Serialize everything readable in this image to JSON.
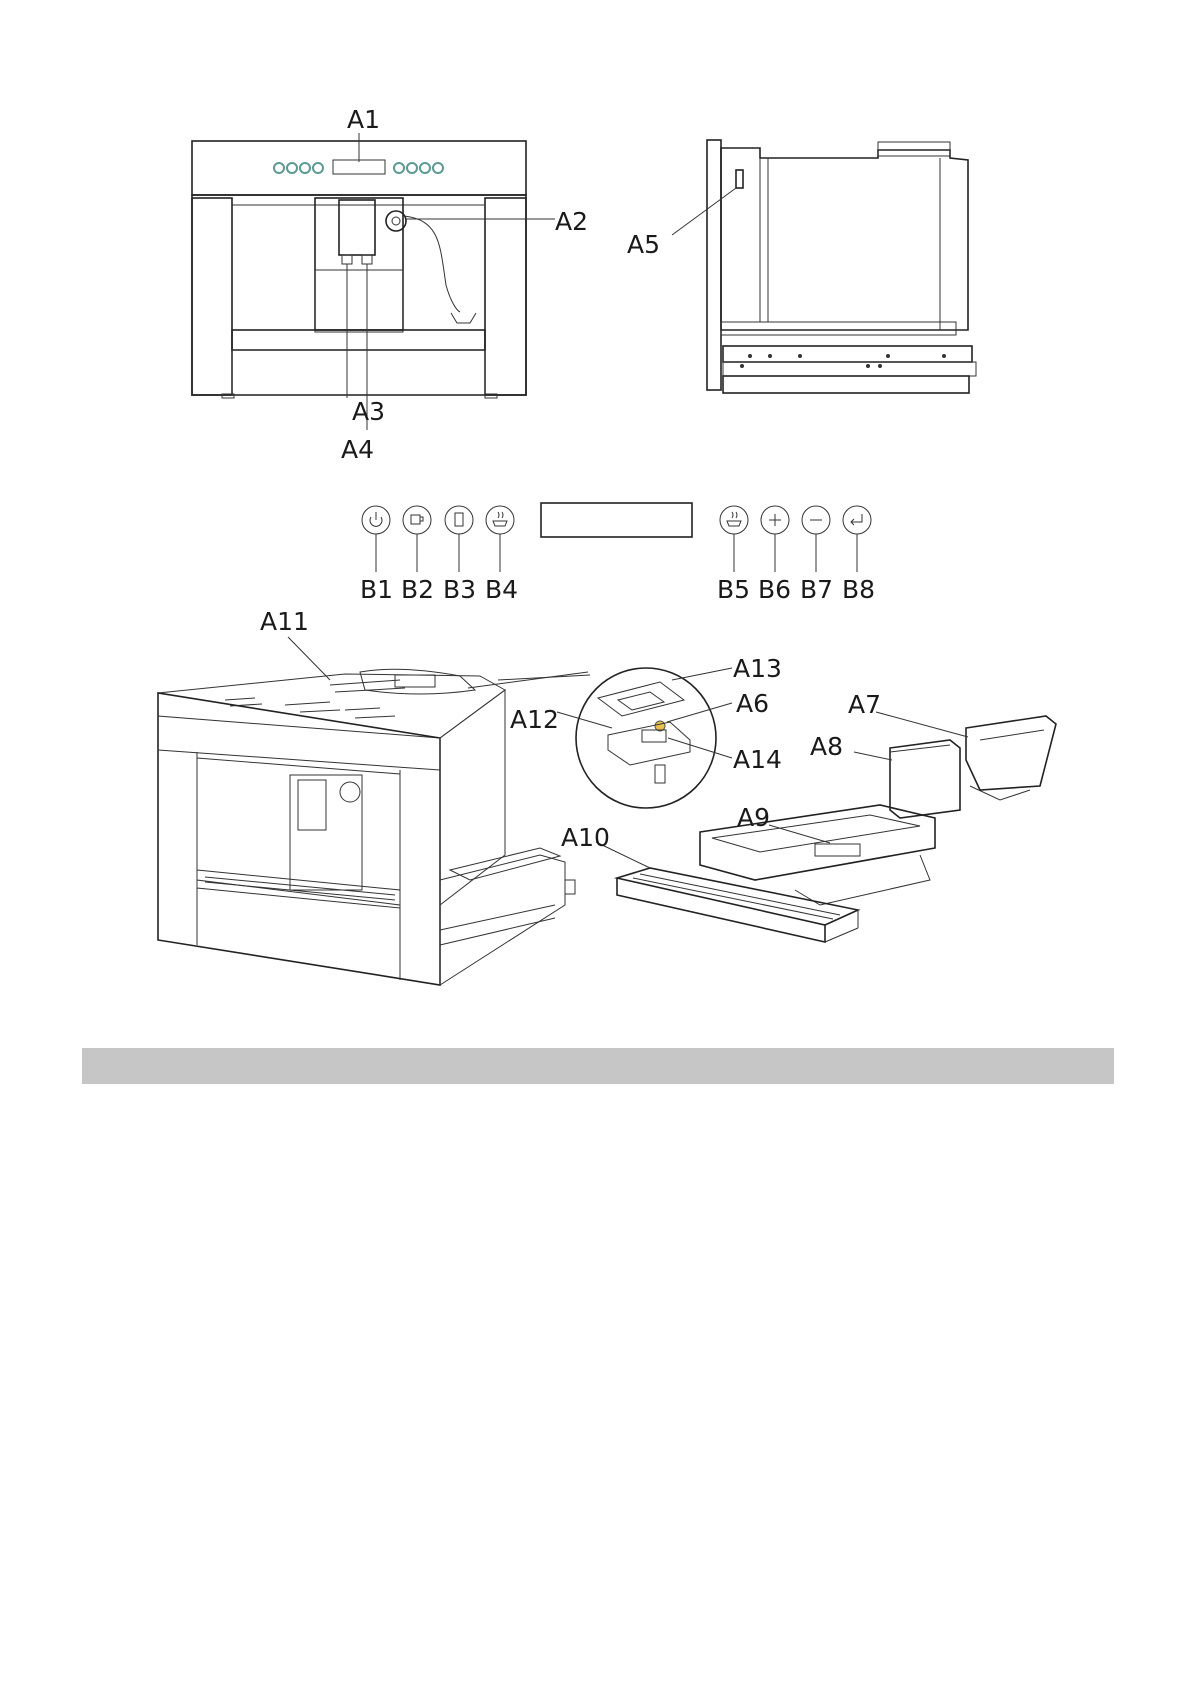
{
  "diagram": {
    "labels": {
      "a1": "A1",
      "a2": "A2",
      "a3": "A3",
      "a4": "A4",
      "a5": "A5",
      "a6": "A6",
      "a7": "A7",
      "a8": "A8",
      "a9": "A9",
      "a10": "A10",
      "a11": "A11",
      "a12": "A12",
      "a13": "A13",
      "a14": "A14"
    },
    "buttons": {
      "b1": "B1",
      "b2": "B2",
      "b3": "B3",
      "b4": "B4",
      "b5": "B5",
      "b6": "B6",
      "b7": "B7",
      "b8": "B8"
    },
    "button_icons": [
      "power-icon",
      "cup-icon",
      "glass-icon",
      "cup-steam-icon",
      "cup-steam-icon",
      "plus-icon",
      "minus-icon",
      "enter-icon"
    ]
  },
  "colors": {
    "separator": "#c6c6c6",
    "accent_dots": "#5a9a92"
  }
}
